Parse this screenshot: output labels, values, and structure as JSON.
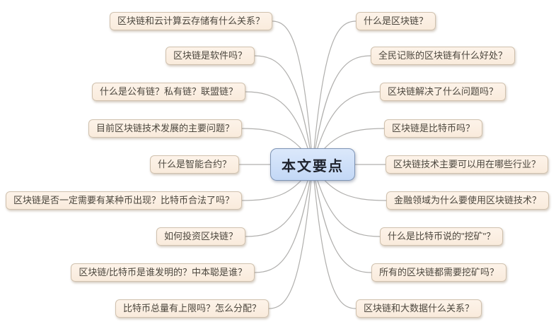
{
  "center": {
    "label": "本文要点"
  },
  "left_nodes": [
    {
      "label": "区块链和云计算云存储有什么关系？"
    },
    {
      "label": "区块链是软件吗？"
    },
    {
      "label": "什么是公有链？私有链？联盟链？"
    },
    {
      "label": "目前区块链技术发展的主要问题？"
    },
    {
      "label": "什么是智能合约？"
    },
    {
      "label": "区块链是否一定需要有某种币出现？比特币合法了吗？"
    },
    {
      "label": "如何投资区块链？"
    },
    {
      "label": "区块链/比特币是谁发明的？中本聪是谁？"
    },
    {
      "label": "比特币总量有上限吗？怎么分配？"
    }
  ],
  "right_nodes": [
    {
      "label": "什么是区块链？"
    },
    {
      "label": "全民记账的区块链有什么好处？"
    },
    {
      "label": "区块链解决了什么问题吗？"
    },
    {
      "label": "区块链是比特币吗？"
    },
    {
      "label": "区块链技术主要可以用在哪些行业？"
    },
    {
      "label": "金融领域为什么要使用区块链技术？"
    },
    {
      "label": "什么是比特币说的\"挖矿\"？"
    },
    {
      "label": "所有的区块链都需要挖矿吗？"
    },
    {
      "label": "区块链和大数据什么关系？"
    }
  ],
  "colors": {
    "line": "#b0afad",
    "branch_fill": "#fbeee1",
    "branch_border": "#d0c1ae",
    "center_fill": "#c9dcf7",
    "center_border": "#7e94b5"
  }
}
